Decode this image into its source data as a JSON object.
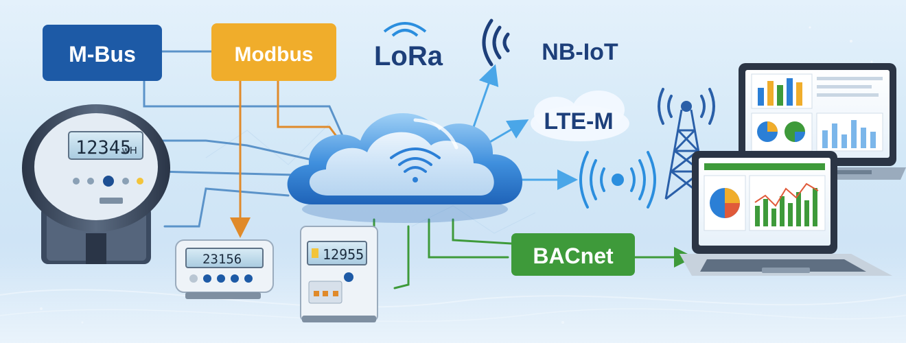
{
  "protocols": {
    "mbus": "M-Bus",
    "modbus": "Modbus",
    "lora": "LoRa",
    "nbiot": "NB-IoT",
    "ltem": "LTE-M",
    "bacnet": "BACnet"
  },
  "meters": {
    "main_reading": "12345",
    "main_unit": "wH",
    "small_reading": "23156",
    "box_reading": "12955"
  },
  "colors": {
    "mbus": "#1d5aa6",
    "modbus": "#f0ad2b",
    "bacnet": "#3e9a3a",
    "lora_text": "#1d3f7a",
    "cloud": "#2f7fd4"
  }
}
